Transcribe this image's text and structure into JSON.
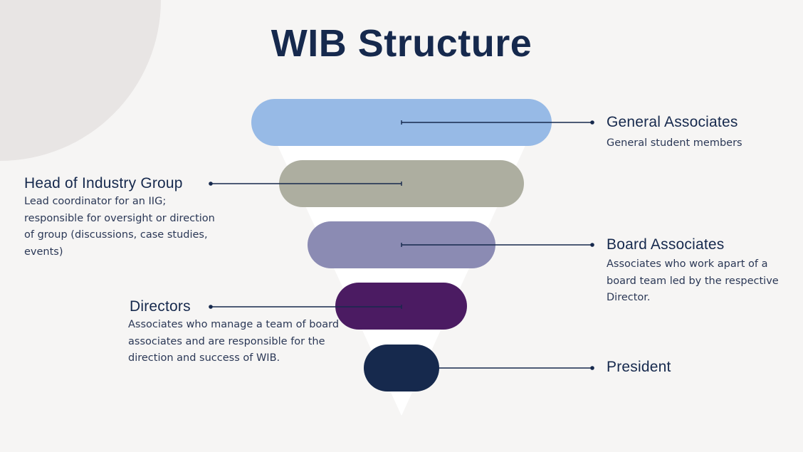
{
  "title": "WIB Structure",
  "colors": {
    "background": "#f6f5f4",
    "decor_circle": "#e8e5e4",
    "title": "#16294d",
    "connector": "#16294d",
    "funnel_triangle": "#ffffff"
  },
  "tiers": [
    {
      "name": "General Associates",
      "description": "General student members",
      "color": "#97bae6",
      "label_side": "right",
      "level": 1
    },
    {
      "name": "Head of Industry Group",
      "description": "Lead coordinator for an IIG; responsible for oversight or direction of group (discussions, case studies, events)",
      "color": "#adaea0",
      "label_side": "left",
      "level": 2
    },
    {
      "name": "Board Associates",
      "description": "Associates who work apart of a board team led by the respective Director.",
      "color": "#8b8bb3",
      "label_side": "right",
      "level": 3
    },
    {
      "name": "Directors",
      "description": "Associates who manage a team of board associates and are responsible for the direction and success of WIB.",
      "color": "#4b1b62",
      "label_side": "left",
      "level": 4
    },
    {
      "name": "President",
      "description": "",
      "color": "#16294d",
      "label_side": "right",
      "level": 5
    }
  ]
}
